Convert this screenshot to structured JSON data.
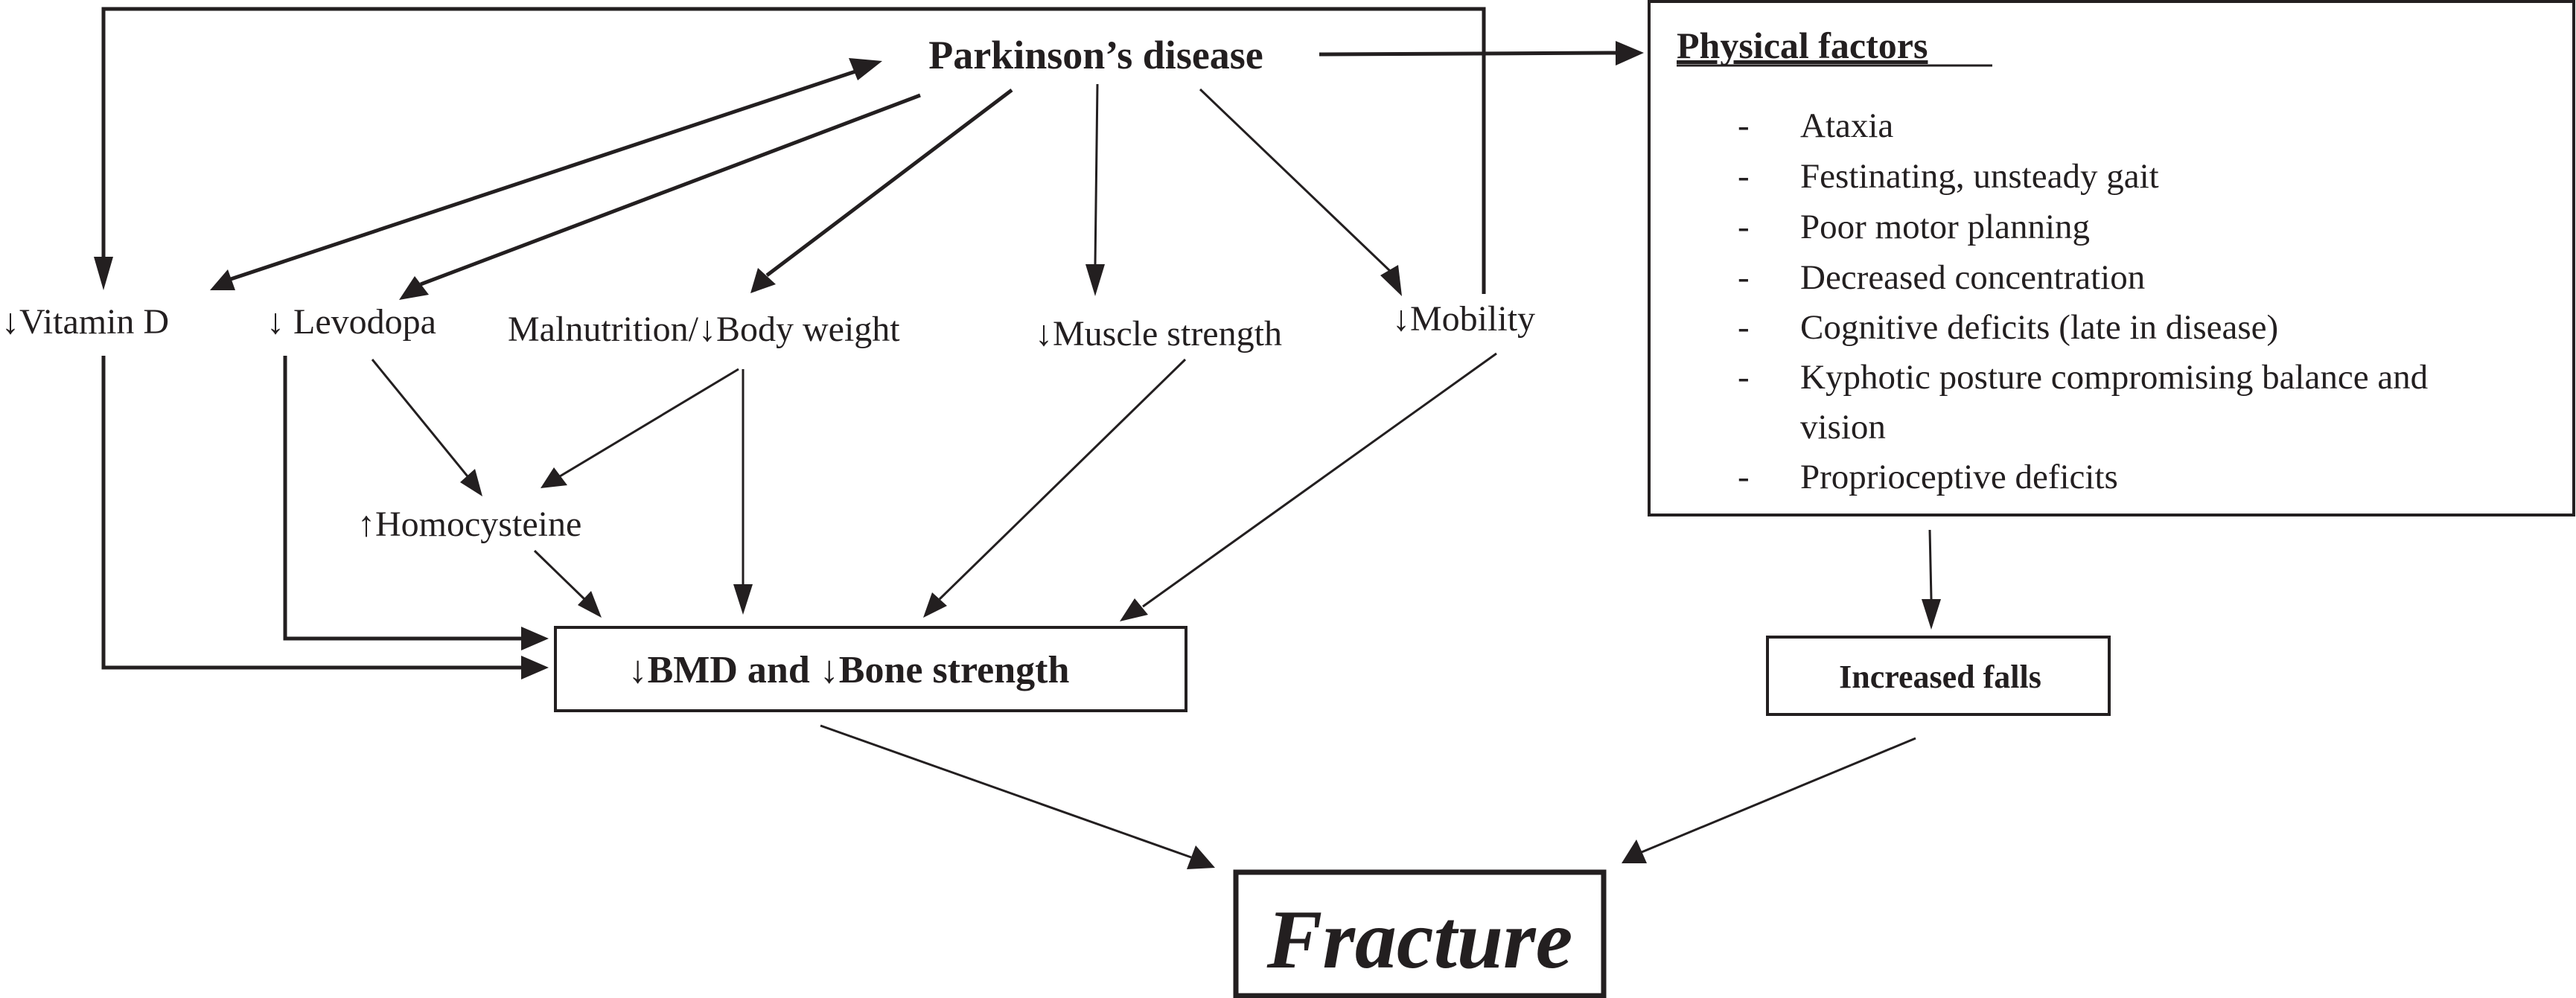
{
  "title": "Parkinson's disease",
  "nodes": {
    "parkinsons": "Parkinson’s disease",
    "vitamin_d": "↓Vitamin D",
    "levodopa": "↓ Levodopa",
    "malnutrition": "Malnutrition/↓Body weight",
    "muscle": "↓Muscle strength",
    "mobility": "↓Mobility",
    "homocysteine": "↑Homocysteine",
    "bmd": "↓BMD and ↓Bone strength",
    "falls": "Increased falls",
    "fracture": "Fracture"
  },
  "physical_factors": {
    "title": "Physical factors",
    "bullet": "-",
    "items": [
      "Ataxia",
      "Festinating, unsteady gait",
      "Poor motor planning",
      "Decreased concentration",
      "Cognitive deficits (late in disease)",
      "Kyphotic posture compromising balance and",
      "vision",
      "Proprioceptive deficits"
    ]
  },
  "edges": [
    {
      "from": "Parkinson’s disease",
      "to": "Vitamin D",
      "type": "bidirectional"
    },
    {
      "from": "Parkinson’s disease",
      "to": "Levodopa"
    },
    {
      "from": "Parkinson’s disease",
      "to": "Malnutrition/Body weight"
    },
    {
      "from": "Parkinson’s disease",
      "to": "Muscle strength"
    },
    {
      "from": "Parkinson’s disease",
      "to": "Mobility"
    },
    {
      "from": "Mobility",
      "to": "Vitamin D",
      "type": "loop-over-top"
    },
    {
      "from": "Parkinson’s disease",
      "to": "Physical factors"
    },
    {
      "from": "Levodopa",
      "to": "Homocysteine"
    },
    {
      "from": "Malnutrition/Body weight",
      "to": "Homocysteine"
    },
    {
      "from": "Malnutrition/Body weight",
      "to": "BMD and Bone strength"
    },
    {
      "from": "Homocysteine",
      "to": "BMD and Bone strength"
    },
    {
      "from": "Vitamin D",
      "to": "BMD and Bone strength"
    },
    {
      "from": "Levodopa",
      "to": "BMD and Bone strength"
    },
    {
      "from": "Muscle strength",
      "to": "BMD and Bone strength"
    },
    {
      "from": "Mobility",
      "to": "BMD and Bone strength"
    },
    {
      "from": "Physical factors",
      "to": "Increased falls"
    },
    {
      "from": "BMD and Bone strength",
      "to": "Fracture"
    },
    {
      "from": "Increased falls",
      "to": "Fracture"
    }
  ]
}
